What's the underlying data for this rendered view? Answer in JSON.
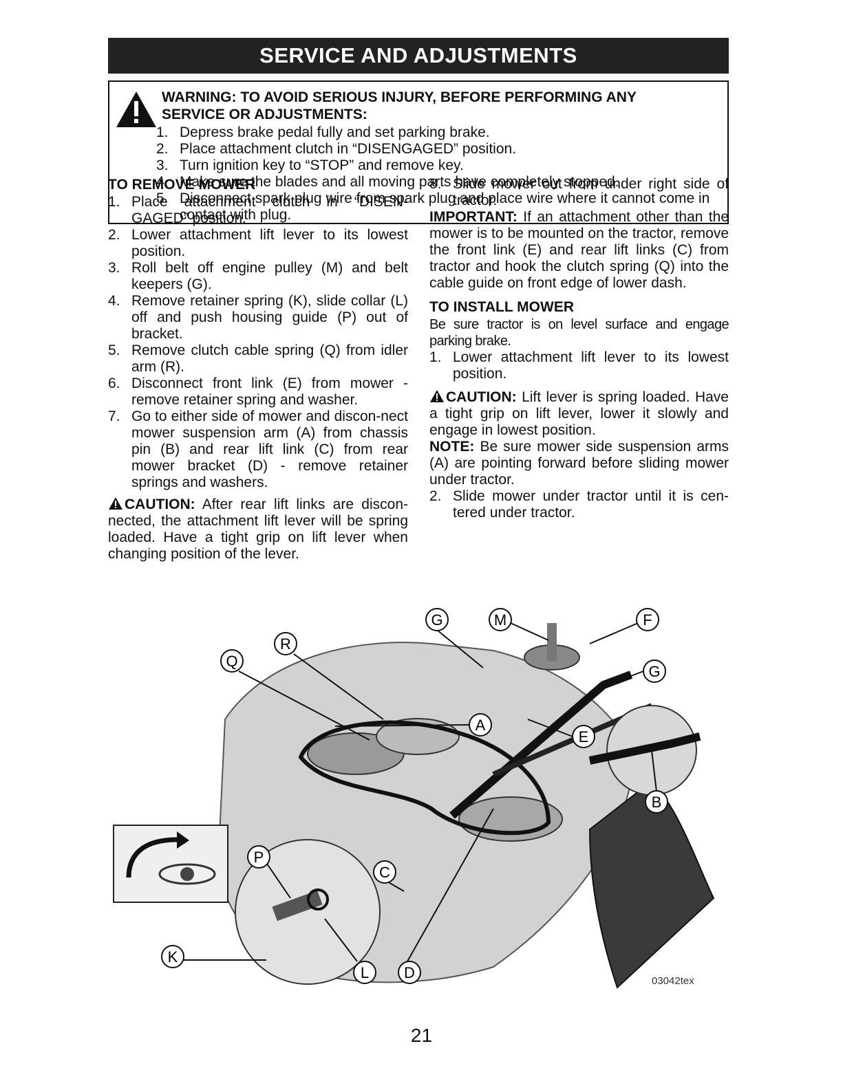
{
  "header": {
    "title": "SERVICE AND ADJUSTMENTS"
  },
  "warning": {
    "heading_line1": "WARNING: TO AVOID SERIOUS INJURY, BEFORE PERFORMING ANY",
    "heading_line2": "SERVICE OR ADJUSTMENTS:",
    "steps": [
      {
        "n": "1.",
        "text": "Depress brake pedal fully and set parking brake."
      },
      {
        "n": "2.",
        "text": "Place attachment clutch in “DISENGAGED” position."
      },
      {
        "n": "3.",
        "text": "Turn ignition key to “STOP” and remove key."
      },
      {
        "n": "4.",
        "text": "Make sure the blades and all moving parts have completely stopped."
      },
      {
        "n": "5.",
        "text": "Disconnect spark plug wire from spark plug and place wire where it cannot come in contact with plug."
      }
    ]
  },
  "remove": {
    "heading": "TO REMOVE MOWER",
    "steps": [
      {
        "n": "1.",
        "text": "Place attachment clutch in “DISEN-GAGED” position."
      },
      {
        "n": "2.",
        "text": "Lower attachment lift lever to its lowest position."
      },
      {
        "n": "3.",
        "text": "Roll belt off engine pulley (M) and belt keepers (G)."
      },
      {
        "n": "4.",
        "text": "Remove retainer spring (K), slide collar (L) off and push housing guide (P) out of bracket."
      },
      {
        "n": "5.",
        "text": "Remove clutch cable spring (Q) from idler arm (R)."
      },
      {
        "n": "6.",
        "text": "Disconnect front link (E) from mower - remove retainer spring and washer."
      },
      {
        "n": "7.",
        "text": "Go to either side of mower and discon-nect mower suspension arm (A) from chassis pin (B) and rear lift link (C) from rear mower bracket (D) - remove retainer springs and washers."
      }
    ],
    "caution_label": "CAUTION:",
    "caution_text": " After rear lift links are discon-nected, the attachment lift lever will be spring loaded. Have a tight grip on lift lever when changing position of the lever.",
    "step8": {
      "n": "8.",
      "text": "Slide mower out from under right side of tractor."
    },
    "important_label": "IMPORTANT:",
    "important_text": " If an attachment other than the mower is to be mounted on the tractor, remove the front link (E) and rear lift links (C) from tractor and hook the clutch spring (Q) into the cable guide on front edge of lower dash."
  },
  "install": {
    "heading": "TO INSTALL MOWER",
    "intro": "Be sure tractor is on level surface and engage parking brake.",
    "step1": {
      "n": "1.",
      "text": "Lower attachment lift lever to its lowest position."
    },
    "caution_label": "CAUTION:",
    "caution_text": " Lift lever is spring loaded. Have a tight grip on lift lever, lower it slowly and engage in lowest position.",
    "note_label": "NOTE:",
    "note_text": " Be sure mower side suspension arms (A) are pointing forward before sliding mower under tractor.",
    "step2": {
      "n": "2.",
      "text": "Slide mower under tractor until it is cen-tered under tractor."
    }
  },
  "figure": {
    "labels": {
      "G1": "G",
      "M": "M",
      "F": "F",
      "G2": "G",
      "Q": "Q",
      "R": "R",
      "A": "A",
      "E": "E",
      "B": "B",
      "P": "P",
      "C": "C",
      "K": "K",
      "L": "L",
      "D": "D"
    },
    "code": "03042tex"
  },
  "page": {
    "number": "21"
  },
  "colors": {
    "banner": "#222222",
    "deck": "#d0d0d0"
  }
}
